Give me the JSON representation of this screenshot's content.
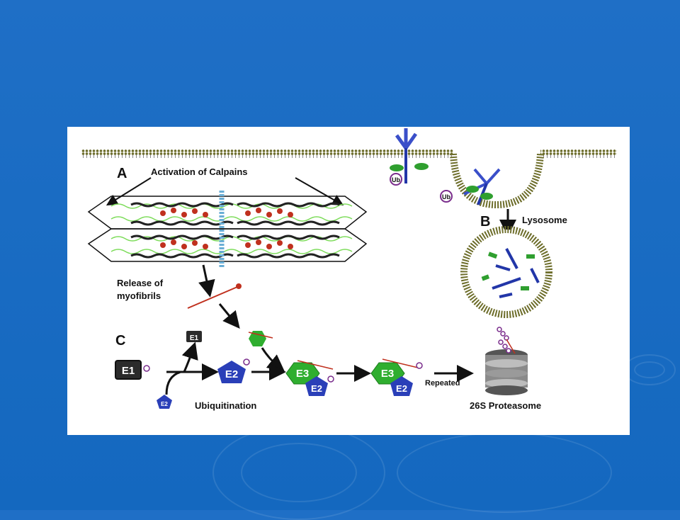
{
  "diagram": {
    "panel_a": {
      "letter": "A",
      "title": "Activation of Calpains",
      "release_line1": "Release of",
      "release_line2": "myofibrils"
    },
    "panel_b": {
      "letter": "B",
      "title": "Lysosome"
    },
    "panel_c": {
      "letter": "C",
      "e1": "E1",
      "e1_small": "E1",
      "e2": "E2",
      "e3": "E3",
      "ub": "Ub",
      "ubiquitination": "Ubiquitination",
      "repeated": "Repeated",
      "proteasome": "26S Proteasome"
    },
    "colors": {
      "e1": "#2b2b2b",
      "e2": "#2a3fb8",
      "e3": "#2fae2f",
      "ub": "#7a2d8c",
      "membrane": "#7a7a2a",
      "calpain": "#c0301e"
    }
  }
}
